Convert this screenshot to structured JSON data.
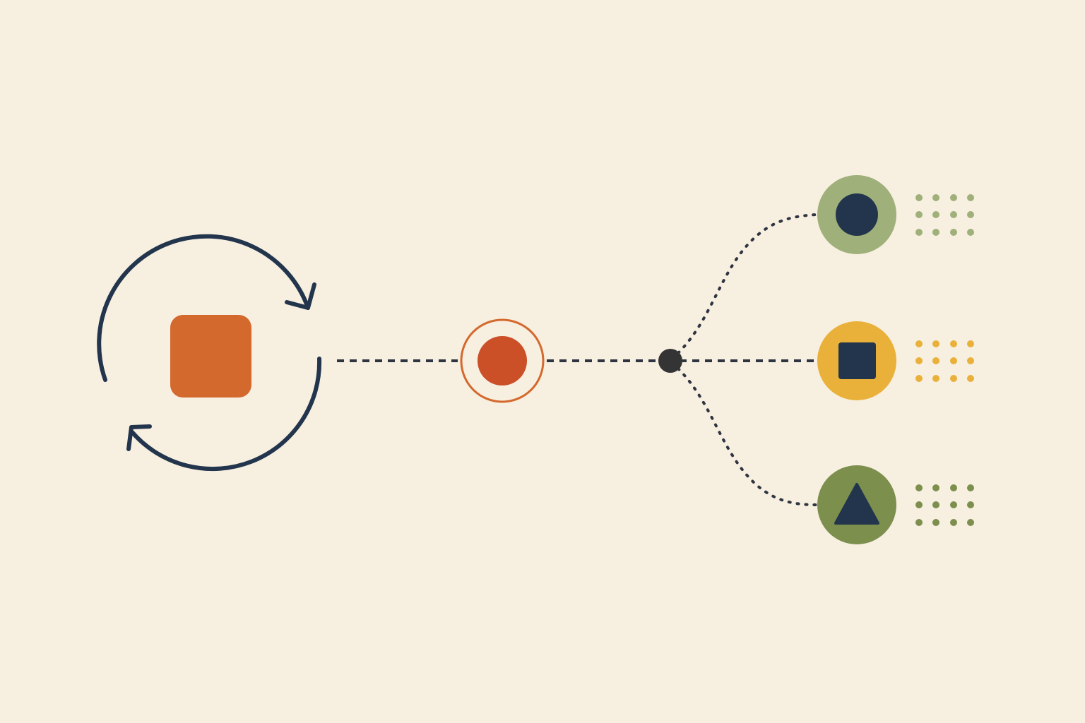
{
  "colors": {
    "background": "#f7efe0",
    "navy": "#22354d",
    "source_orange": "#d4692e",
    "target_red": "#cb4f27",
    "target_ring": "#d4692e",
    "connector": "#2e3440",
    "junction": "#343434",
    "sage": "#9fb07a",
    "mustard": "#e9b13a",
    "olive": "#7c8f4c"
  },
  "diagram": {
    "source": {
      "shape": "rounded-square",
      "icon": "cycle-arrows-icon"
    },
    "target": {
      "shape": "ringed-circle"
    },
    "junction": {
      "shape": "dot"
    },
    "outputs": [
      {
        "id": "top",
        "badge_color": "sage",
        "glyph": "circle",
        "dots_color": "sage"
      },
      {
        "id": "middle",
        "badge_color": "mustard",
        "glyph": "square",
        "dots_color": "mustard"
      },
      {
        "id": "bottom",
        "badge_color": "olive",
        "glyph": "triangle",
        "dots_color": "olive"
      }
    ]
  }
}
